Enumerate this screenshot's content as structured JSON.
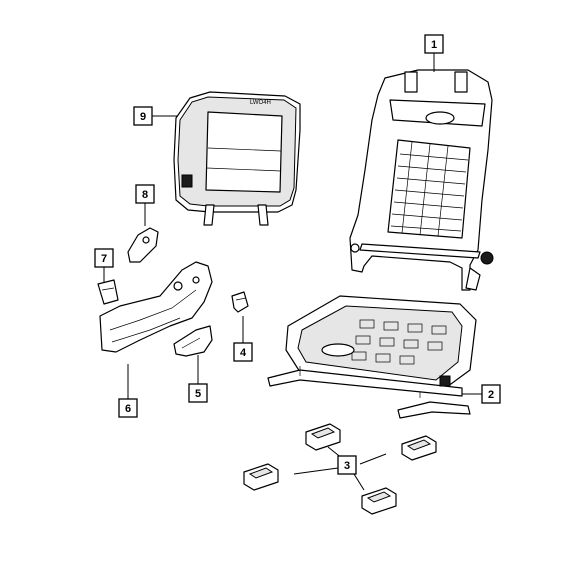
{
  "callouts": [
    {
      "id": "1",
      "label": "1"
    },
    {
      "id": "2",
      "label": "2"
    },
    {
      "id": "3",
      "label": "3"
    },
    {
      "id": "4",
      "label": "4"
    },
    {
      "id": "5",
      "label": "5"
    },
    {
      "id": "6",
      "label": "6"
    },
    {
      "id": "7",
      "label": "7"
    },
    {
      "id": "8",
      "label": "8"
    },
    {
      "id": "9",
      "label": "9"
    }
  ],
  "stamp_text": "LWO4H"
}
